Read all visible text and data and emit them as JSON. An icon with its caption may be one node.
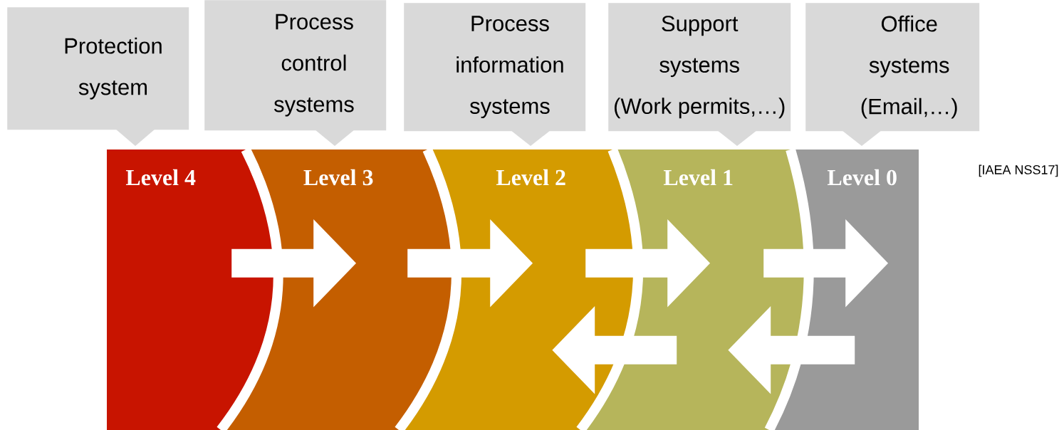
{
  "diagram": {
    "nodes": [
      {
        "text": [
          "Protection system"
        ]
      },
      {
        "text": [
          "Process control systems"
        ]
      },
      {
        "text": [
          "Process information systems"
        ]
      },
      {
        "text": [
          "Support systems (Work permits,…)"
        ]
      },
      {
        "text": [
          "Office systems (Email,…)"
        ]
      },
      {
        "text": [
          "Level 4"
        ]
      },
      {
        "text": [
          "Level 3"
        ]
      },
      {
        "text": [
          "Level 2"
        ]
      },
      {
        "text": [
          "Level 1"
        ]
      },
      {
        "text": [
          "Level 0"
        ]
      }
    ],
    "edges": [
      {
        "from": 5,
        "to": 6,
        "arrow": "to"
      },
      {
        "from": 6,
        "to": 7,
        "arrow": "to"
      },
      {
        "from": 7,
        "to": 8,
        "arrow": "to"
      },
      {
        "from": 8,
        "to": 9,
        "arrow": "to"
      },
      {
        "from": 8,
        "to": 7,
        "arrow": "to"
      },
      {
        "from": 9,
        "to": 8,
        "arrow": "to"
      }
    ],
    "labels": [
      "[IAEA NSS17]"
    ]
  }
}
